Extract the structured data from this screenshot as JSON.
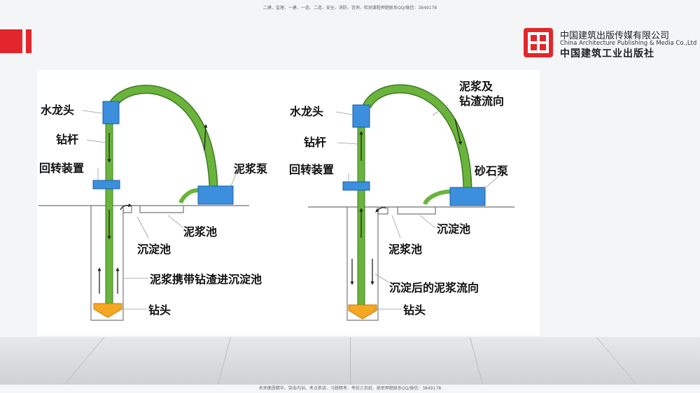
{
  "header": {
    "top_note": "二建、监理、一建、一造、二造、安全、消防、咨询、检测课程押题联系QQ/微信：3849178",
    "bottom_note": "名师面授精华、突击内训、考点串讲、习题精考、考前三页纸、绝密押题联系QQ/微信：3849178"
  },
  "publisher": {
    "name_cn": "中国建筑出版传媒有限公司",
    "name_en": "China Architecture Publishing & Media Co.,Ltd",
    "name_calligraphy": "中国建筑工业出版社"
  },
  "colors": {
    "accent_red": "#e3262b",
    "pipe_green": "#6ab43c",
    "box_blue": "#3b8fdc",
    "bit_orange": "#f5a623"
  },
  "left_diagram": {
    "labels": {
      "swivel": "水龙头",
      "drill_rod": "钻杆",
      "rotary": "回转装置",
      "mud_pump": "泥浆泵",
      "mud_pit": "泥浆池",
      "settling_pit": "沉淀池",
      "flow": "泥浆携带钻渣进沉淀池",
      "bit": "钻头"
    }
  },
  "right_diagram": {
    "labels": {
      "swivel": "水龙头",
      "flow_dir_1": "泥浆及",
      "flow_dir_2": "钻渣流向",
      "drill_rod": "钻杆",
      "rotary": "回转装置",
      "sand_pump": "砂石泵",
      "settling_pit": "沉淀池",
      "mud_pit": "泥浆池",
      "after_flow": "沉淀后的泥浆流向",
      "bit": "钻头"
    }
  }
}
